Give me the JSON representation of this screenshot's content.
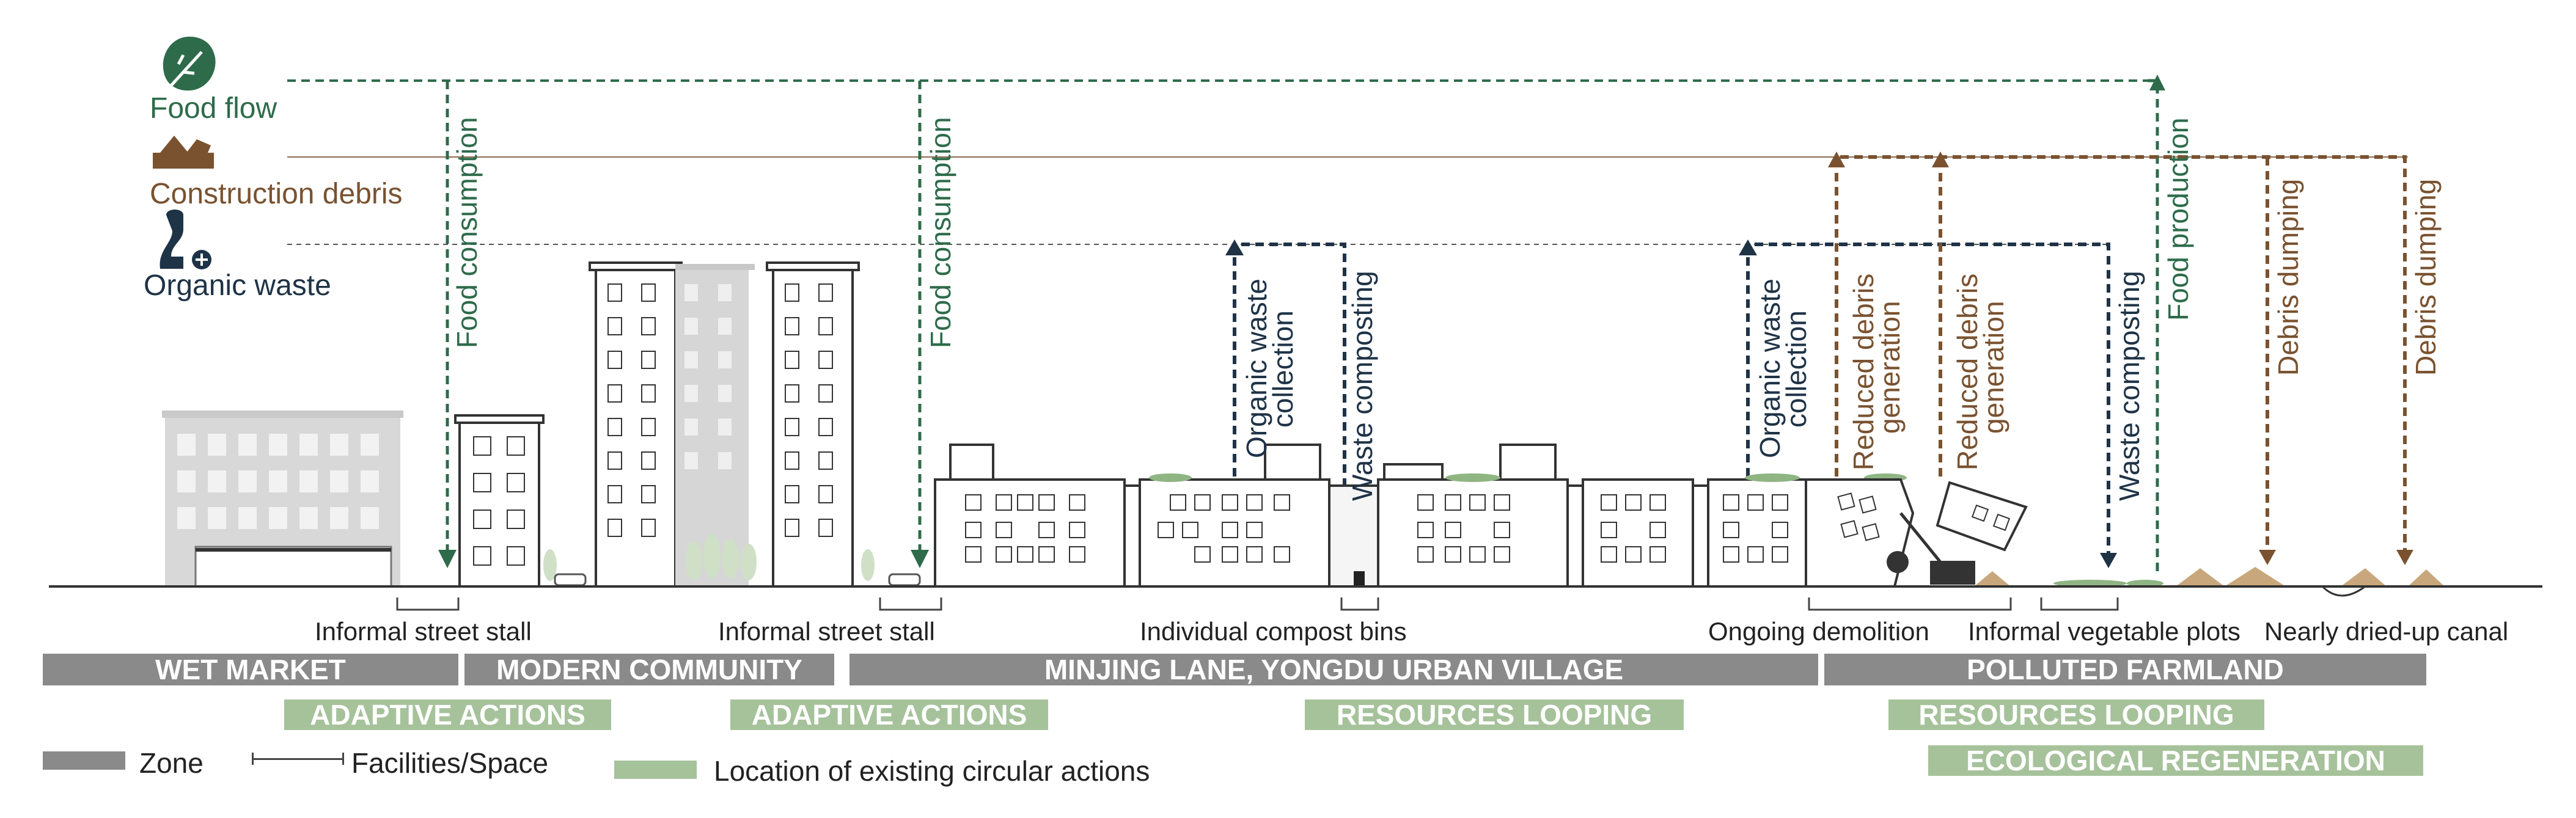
{
  "legend": {
    "food_flow": "Food flow",
    "construction_debris": "Construction debris",
    "organic_waste": "Organic waste",
    "zone": "Zone",
    "facilities": "Facilities/Space",
    "circular_actions": "Location of existing circular actions"
  },
  "flows": {
    "food_consumption_1": "Food consumption",
    "food_consumption_2": "Food consumption",
    "organic_collection_1": [
      "Organic waste",
      "collection"
    ],
    "waste_composting_1": "Waste composting",
    "organic_collection_2": [
      "Organic waste",
      "collection"
    ],
    "reduced_debris_1": [
      "Reduced debris",
      "generation"
    ],
    "reduced_debris_2": [
      "Reduced debris",
      "generation"
    ],
    "waste_composting_2": "Waste composting",
    "food_production": "Food production",
    "debris_dumping_1": "Debris dumping",
    "debris_dumping_2": "Debris dumping"
  },
  "facilities": {
    "stall_1": "Informal street stall",
    "stall_2": "Informal street stall",
    "compost_bins": "Individual compost bins",
    "demolition": "Ongoing demolition",
    "vegetable_plots": "Informal vegetable plots",
    "canal": "Nearly dried-up canal"
  },
  "zones": {
    "wet_market": "WET MARKET",
    "modern_community": "MODERN COMMUNITY",
    "urban_village": "MINJING LANE, YONGDU URBAN VILLAGE",
    "polluted_farmland": "POLLUTED FARMLAND"
  },
  "actions": {
    "adaptive_1": "ADAPTIVE ACTIONS",
    "adaptive_2": "ADAPTIVE ACTIONS",
    "resources_1": "RESOURCES LOOPING",
    "resources_2": "RESOURCES LOOPING",
    "ecological": "ECOLOGICAL REGENERATION"
  },
  "colors": {
    "food": "#2e6b4b",
    "debris": "#7a5230",
    "organic": "#1f3347",
    "zone": "#8a8a8a",
    "action": "#a6c29b",
    "building": "#333333",
    "ghost_building": "#d3d3d3"
  }
}
